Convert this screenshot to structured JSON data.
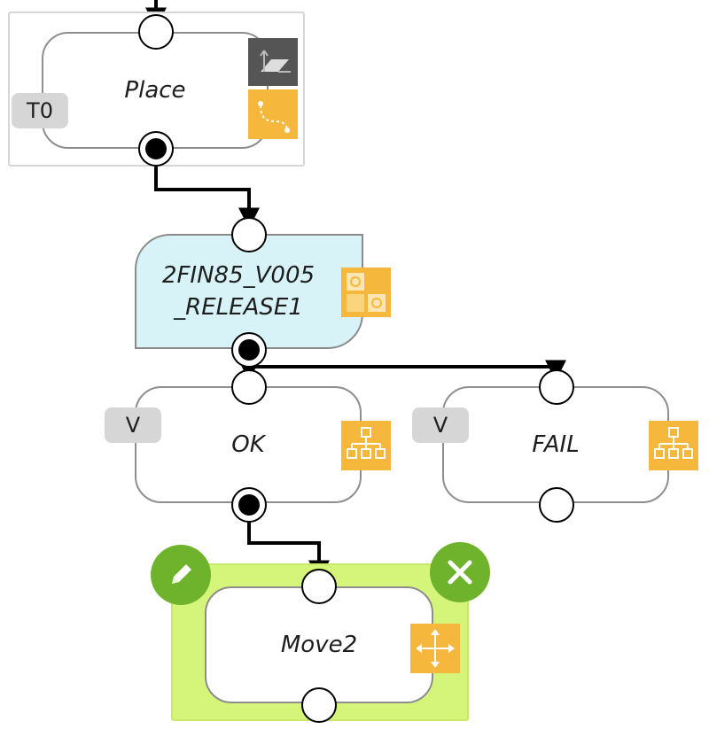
{
  "flow": {
    "place": {
      "label": "Place",
      "tag": "T0"
    },
    "release": {
      "line1": "2FIN85_V005",
      "line2": "_RELEASE1"
    },
    "ok": {
      "label": "OK",
      "tag": "V"
    },
    "fail": {
      "label": "FAIL",
      "tag": "V"
    },
    "move": {
      "label": "Move2"
    }
  },
  "icons": {
    "plane_transform": "plane-transform-icon",
    "path": "path-icon",
    "gears": "gears-icon",
    "hierarchy": "hierarchy-icon",
    "move_arrows": "move-arrows-icon",
    "edit": "pencil-icon",
    "delete": "close-icon"
  },
  "colors": {
    "accent_orange": "#f5b83d",
    "selected_green": "#d4f57a",
    "action_green": "#6fb32d",
    "release_fill": "#d7f3f8",
    "tag_gray": "#d6d6d6"
  }
}
